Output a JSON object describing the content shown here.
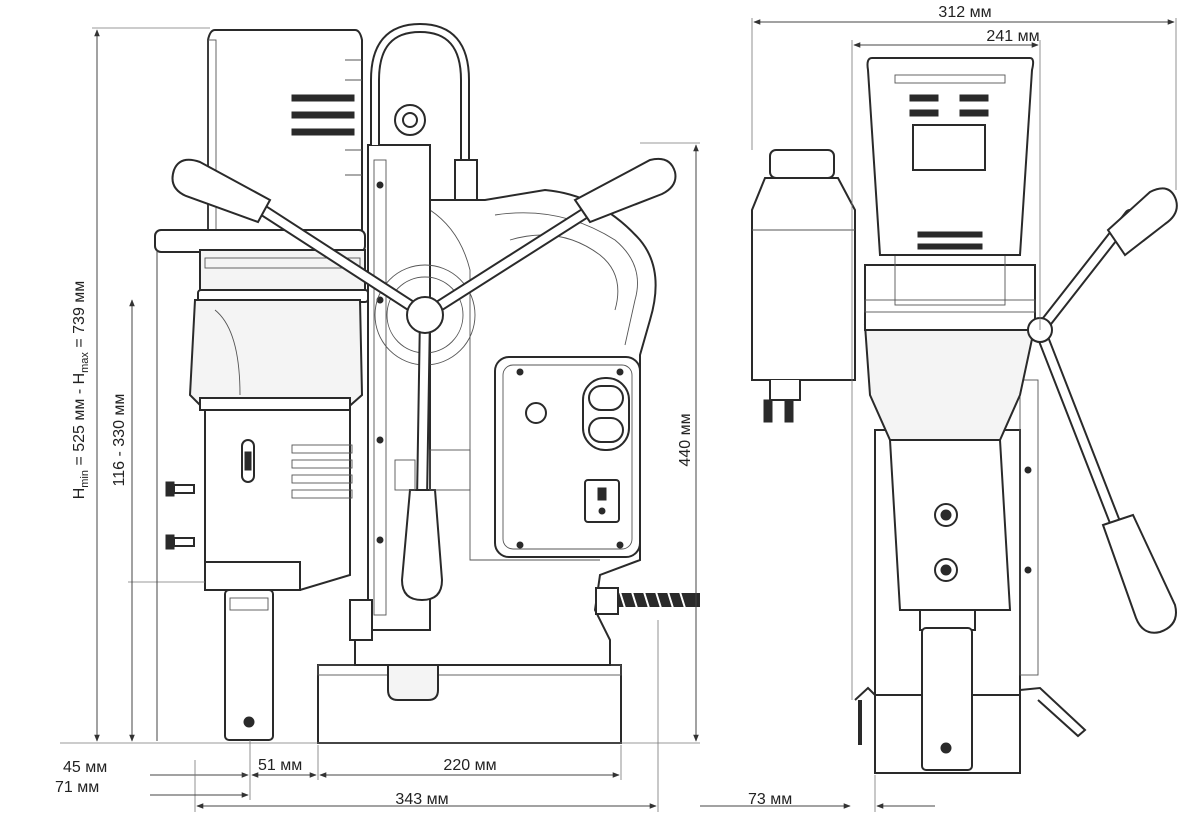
{
  "dimensions": {
    "total_width": "312 мм",
    "body_width": "241 мм",
    "height_range": {
      "main": "H",
      "sub_min": "min",
      "middle": " = 525 мм - H",
      "sub_max": "max",
      "end": " = 739 мм"
    },
    "stroke": "116 - 330 мм",
    "base_height": "440 мм",
    "offset_45": "45 мм",
    "offset_71": "71 мм",
    "offset_51": "51 мм",
    "base_length": "220 мм",
    "overall_length": "343 мм",
    "side_offset": "73 мм"
  },
  "colors": {
    "line": "#2a2a2a",
    "fill": "#f4f4f4",
    "background": "#ffffff"
  }
}
